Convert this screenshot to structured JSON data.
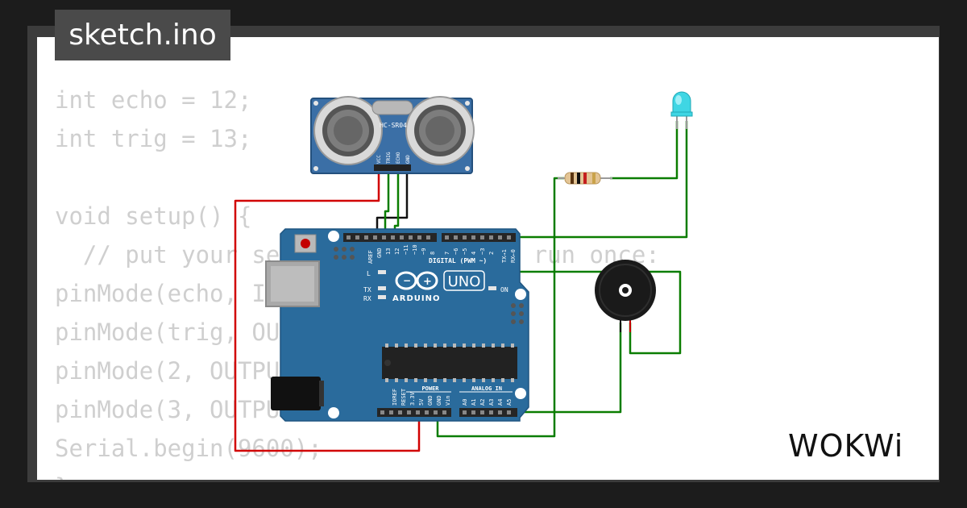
{
  "tab": {
    "title": "sketch.ino"
  },
  "code_lines": [
    "int echo = 12;",
    "int trig = 13;",
    "",
    "void setup() {",
    "  // put your setup code here, to run once:",
    "pinMode(echo, INPUT);",
    "pinMode(trig, OUTPUT);",
    "pinMode(2, OUTPUT);",
    "pinMode(3, OUTPUT);",
    "Serial.begin(9600);",
    "}"
  ],
  "sensor": {
    "model": "HC-SR04",
    "pins": [
      "VCC",
      "TRIG",
      "ECHO",
      "GND"
    ]
  },
  "arduino": {
    "brand": "ARDUINO",
    "model": "UNO",
    "label_aref": "AREF",
    "label_gnd": "GND",
    "digital_pins": [
      "13",
      "12",
      "~11",
      "~10",
      "~9",
      "8",
      "7",
      "~6",
      "~5",
      "4",
      "~3",
      "2",
      "TX→1",
      "RX←0"
    ],
    "label_digital": "DIGITAL (PWM ~)",
    "label_l": "L",
    "label_tx": "TX",
    "label_rx": "RX",
    "label_on": "ON",
    "power_pins": [
      "IOREF",
      "RESET",
      "3.3V",
      "5V",
      "GND",
      "GND",
      "Vin"
    ],
    "label_power": "POWER",
    "analog_pins": [
      "A0",
      "A1",
      "A2",
      "A3",
      "A4",
      "A5"
    ],
    "label_analog": "ANALOG IN"
  },
  "brand": {
    "logo": "WOKWi"
  },
  "colors": {
    "board": "#2a6b9c",
    "wire_red": "#d10000",
    "wire_green": "#0a7d00",
    "wire_black": "#111111",
    "led": "#3fd6e4"
  }
}
